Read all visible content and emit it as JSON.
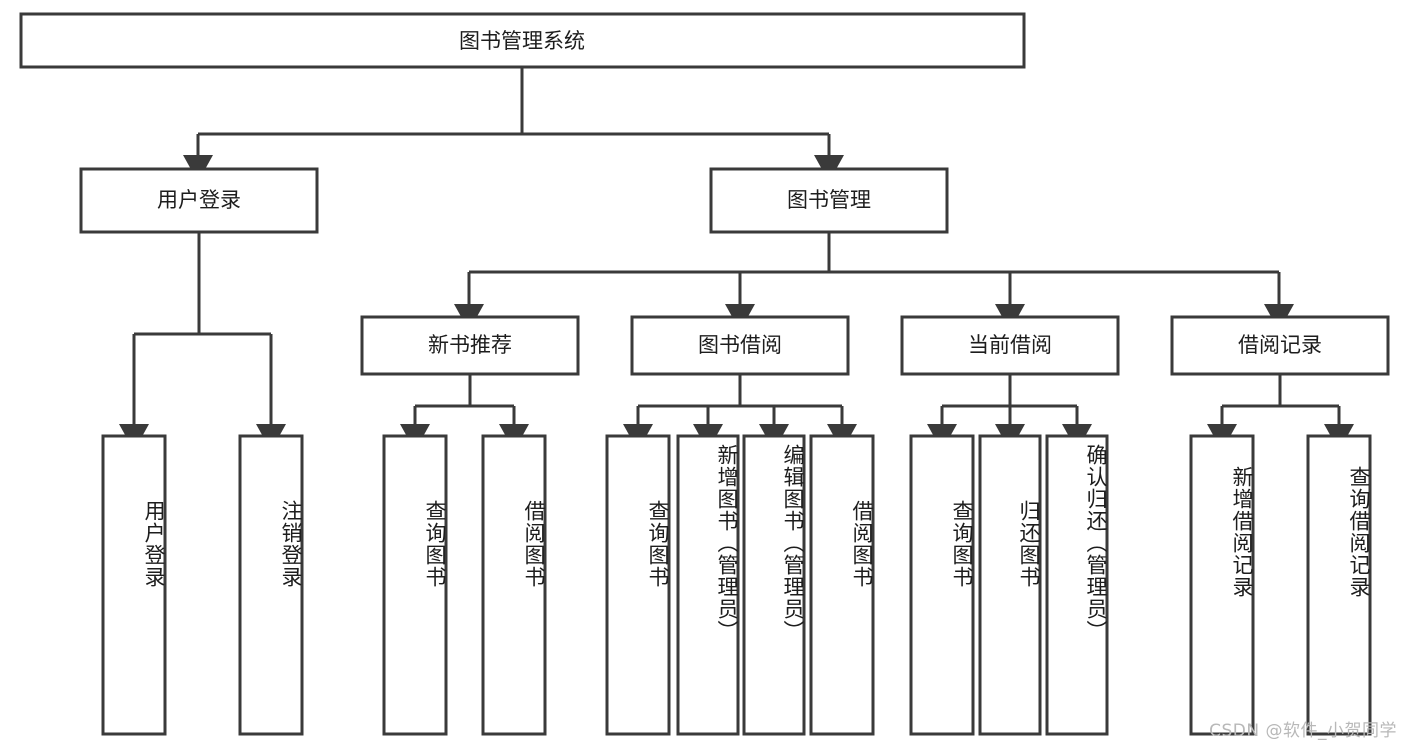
{
  "diagram": {
    "title": "图书管理系统",
    "type": "tree-hierarchy-diagram",
    "watermark": "CSDN @软件_小贺同学",
    "colors": {
      "box_stroke": "#3a3a3a",
      "box_fill": "#ffffff",
      "text": "#1d1d1d",
      "background": "#ffffff",
      "watermark": "#b8b8b8"
    },
    "root": {
      "label": "图书管理系统"
    },
    "level2": [
      {
        "label": "用户登录"
      },
      {
        "label": "图书管理"
      }
    ],
    "level3": [
      {
        "label": "新书推荐"
      },
      {
        "label": "图书借阅"
      },
      {
        "label": "当前借阅"
      },
      {
        "label": "借阅记录"
      }
    ],
    "leaves": {
      "user_login": [
        {
          "label": "用户登录"
        },
        {
          "label": "注销登录"
        }
      ],
      "new_book_recommend": [
        {
          "label": "查询图书"
        },
        {
          "label": "借阅图书"
        }
      ],
      "book_borrow": [
        {
          "label": "查询图书"
        },
        {
          "label": "新增图书（管理员）"
        },
        {
          "label": "编辑图书（管理员）"
        },
        {
          "label": "借阅图书"
        }
      ],
      "current_borrow": [
        {
          "label": "查询图书"
        },
        {
          "label": "归还图书"
        },
        {
          "label": "确认归还（管理员）"
        }
      ],
      "borrow_records": [
        {
          "label": "新增借阅记录"
        },
        {
          "label": "查询借阅记录"
        }
      ]
    }
  }
}
